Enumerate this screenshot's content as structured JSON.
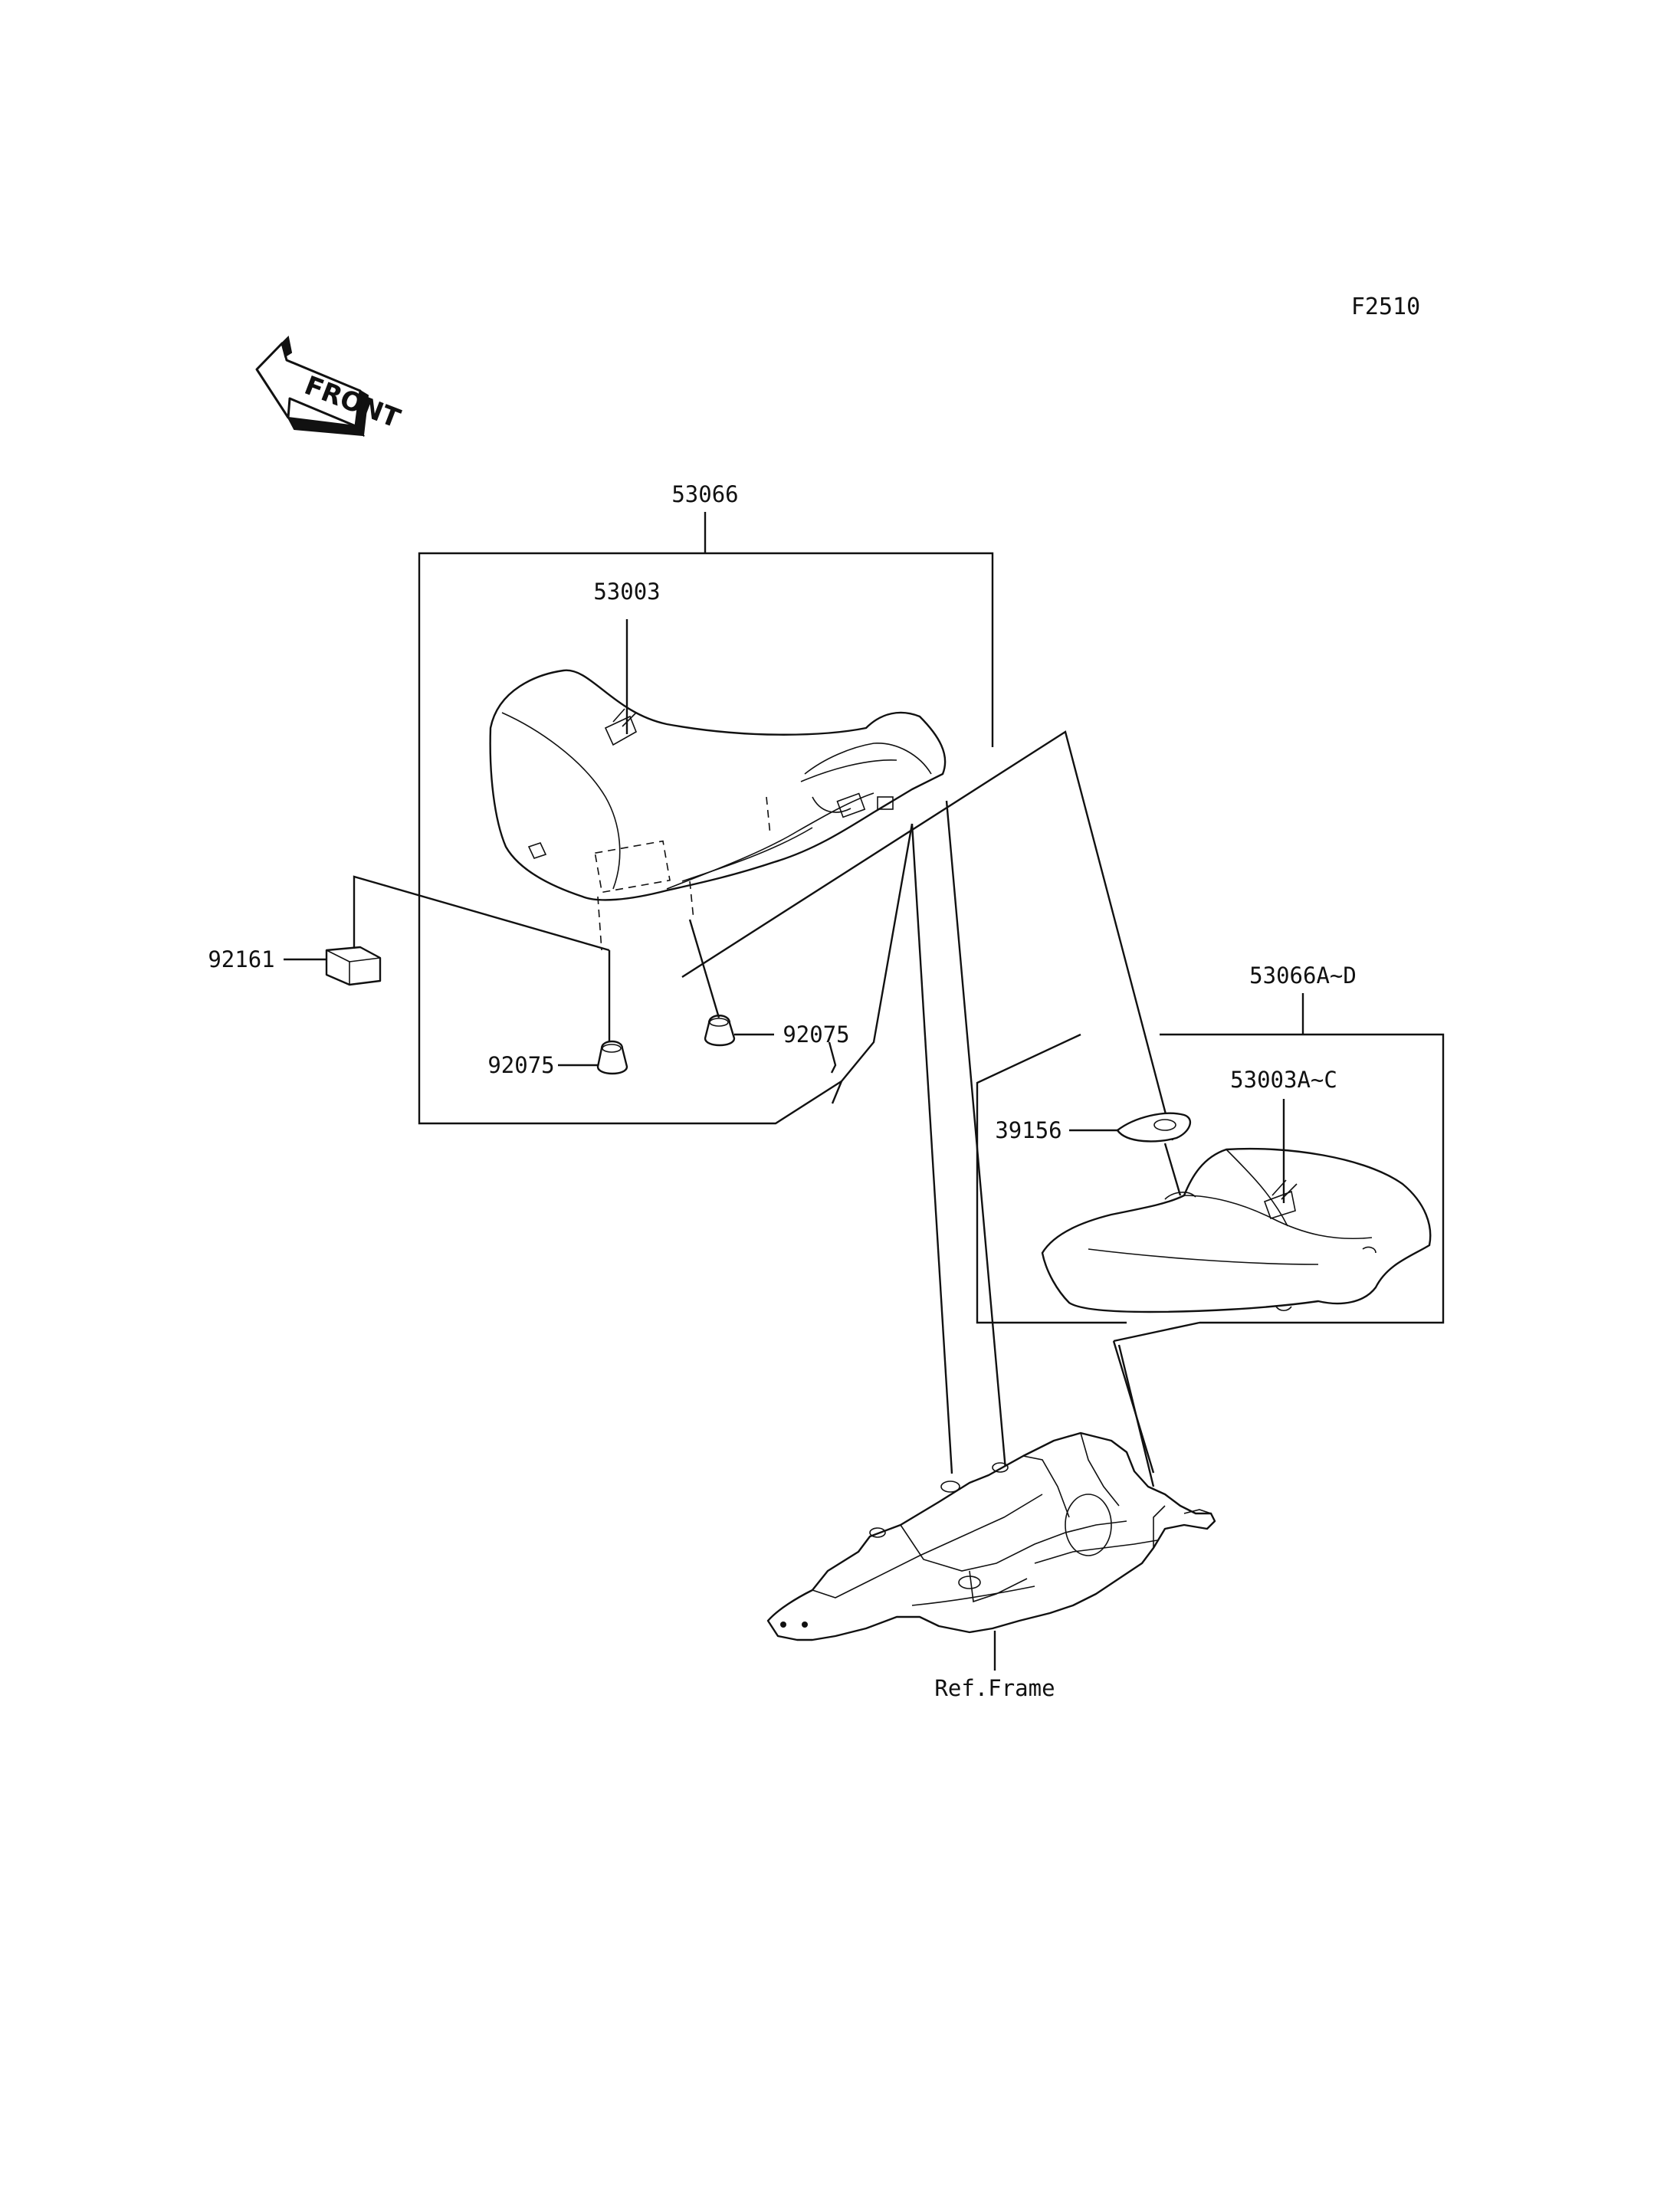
{
  "figure_code": "F2510",
  "front_indicator": "FRONT",
  "labels": {
    "seat_assy": "53066",
    "seat_main": "53003",
    "seat_option_assy": "53066A~D",
    "seat_option": "53003A~C",
    "pad": "92161",
    "damper_left": "92075",
    "damper_right": "92075",
    "hook": "39156",
    "ref_frame": "Ref.Frame"
  }
}
